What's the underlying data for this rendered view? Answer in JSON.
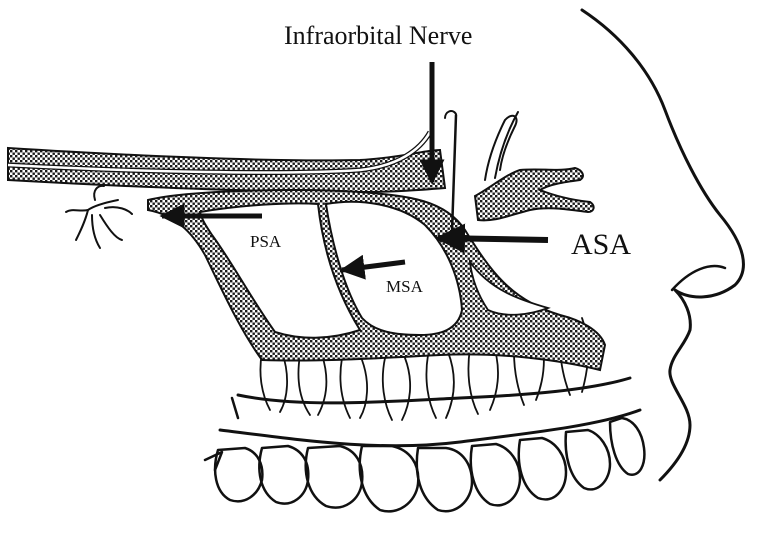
{
  "figure": {
    "labels": {
      "infraorbital_nerve": "Infraorbital Nerve",
      "asa": "ASA",
      "psa": "PSA",
      "msa": "MSA"
    }
  }
}
